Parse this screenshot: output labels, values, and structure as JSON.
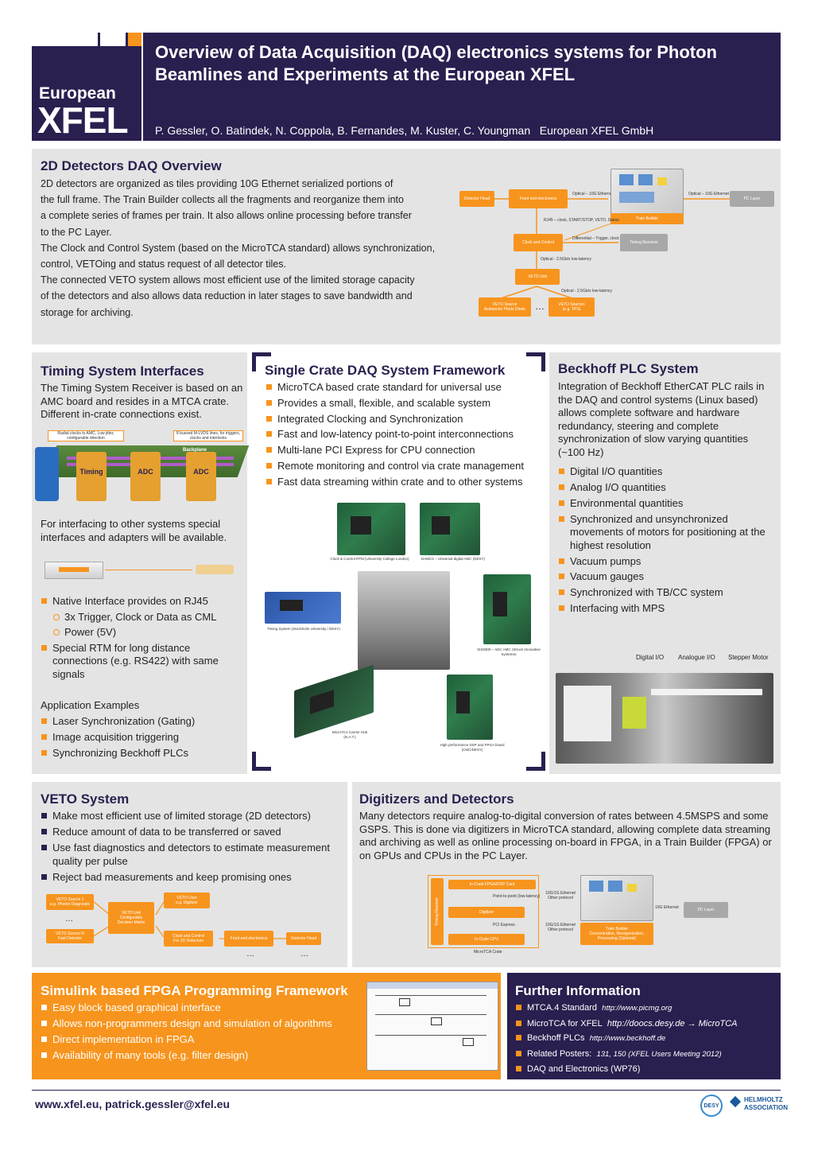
{
  "header": {
    "logo_line1": "European",
    "logo_line2": "XFEL",
    "title": "Overview of Data Acquisition (DAQ) electronics systems for Photon Beamlines and Experiments at the European XFEL",
    "authors": "P. Gessler, O. Batindek, N. Coppola, B. Fernandes, M. Kuster, C. Youngman   European XFEL GmbH"
  },
  "detectors": {
    "title": "2D Detectors DAQ Overview",
    "lines": [
      "2D detectors are organized as tiles providing 10G Ethernet serialized portions of",
      "the full frame. The Train Builder collects all the fragments and reorganize them into",
      "a complete series of frames per train. It also allows online processing before transfer",
      "to the PC Layer.",
      "The Clock and Control System (based on the MicroTCA standard) allows synchronization,",
      "control, VETOing and status request of all detector tiles.",
      "The connected VETO system allows most efficient use of the limited storage capacity",
      "of the detectors and also allows data reduction in later stages to save bandwidth and",
      "storage for archiving."
    ],
    "diagram": {
      "detector_head": "Detector Head",
      "front_end": "Front end electronics",
      "optical_10g": "Optical – 10G Ethernet",
      "optical_10g_b": "Optical – 10G Ethernet",
      "train_builder": "Train Builder",
      "pc_layer": "PC Layer",
      "rj45": "RJ45 – clock, START/STOP, VETO, Status",
      "clock_control": "Clock and Control",
      "differential": "Differential – Trigger, clock",
      "timing_receiver": "Timing Receiver",
      "optical_25": "Optical - 2.5Gb/s low-latency",
      "veto_unit": "VETO Unit",
      "optical_25_b": "Optical - 2.5Gb/s low-latency",
      "veto_source_1": "VETO Source",
      "veto_source_1b": "Avalanche Photo Diode",
      "ellipsis": "…",
      "veto_source_2": "VETO Sources",
      "veto_source_2b": "(e.g. TPS)"
    }
  },
  "timing": {
    "title": "Timing System Interfaces",
    "intro": "The Timing System Receiver is based on an AMC board and resides in a MTCA crate. Different in-crate connections exist.",
    "radial_label": "Radial clocks to AMC, Low jitter, configurable direction",
    "bussed_label": "8 bussed M-LVDS lines, for triggers, clocks and interlocks",
    "backplane": "Backplane",
    "board1": "Timing",
    "board2": "ADC",
    "board3": "ADC",
    "para2": "For interfacing to other systems special interfaces and adapters will be available.",
    "bullets": [
      {
        "text": "Native Interface provides on RJ45",
        "sub": false
      },
      {
        "text": "3x Trigger, Clock or Data as CML",
        "sub": true
      },
      {
        "text": "Power (5V)",
        "sub": true
      },
      {
        "text": "Special RTM for long distance connections (e.g. RS422) with same signals",
        "sub": false
      }
    ],
    "app_title": "Application Examples",
    "apps": [
      "Laser Synchronization (Gating)",
      "Image acquisition triggering",
      "Synchronizing Beckhoff  PLCs"
    ]
  },
  "crate": {
    "title": "Single Crate DAQ System Framework",
    "bullets": [
      "MicroTCA based crate standard for universal use",
      "Provides a small, flexible, and scalable system",
      "Integrated Clocking and Synchronization",
      "Fast and low-latency point-to-point interconnections",
      "Multi-lane PCI Express for CPU connection",
      "Remote monitoring and control via crate management",
      "Fast data streaming within crate and to other systems"
    ],
    "captions": {
      "c1": "Clock & Control RTM (University College London)",
      "c2": "DAMC2 – Universal digital AMC (DESY)",
      "c3": "Timing System (Stockholm University / DESY)",
      "c4": "SIS8300 – ADC AMC (Struck Innovative Systeme)",
      "c5": "MicroTCA Carrier Hub (N.A.T.)",
      "c6": "High performance DSP and FPGA board (CMC/DESY)"
    }
  },
  "beckhoff": {
    "title": "Beckhoff PLC System",
    "intro": "Integration of Beckhoff EtherCAT PLC rails in the DAQ and control systems (Linux based) allows complete software and hardware redundancy, steering and complete synchronization of slow varying quantities (~100 Hz)",
    "bullets": [
      "Digital I/O quantities",
      "Analog I/O quantities",
      "Environmental quantities",
      "Synchronized and unsynchronized movements of motors for positioning at the highest resolution",
      "Vacuum pumps",
      "Vacuum gauges",
      "Synchronized with TB/CC system",
      "Interfacing with MPS"
    ],
    "label_digital": "Digital I/O",
    "label_analogue": "Analogue I/O",
    "label_stepper": "Stepper Motor"
  },
  "veto": {
    "title": "VETO System",
    "bullets": [
      "Make most efficient use of limited storage (2D detectors)",
      "Reduce amount of data to be transferred or saved",
      "Use fast diagnostics and detectors to estimate measurement quality per pulse",
      "Reject bad measurements and keep promising ones"
    ],
    "diagram": {
      "src1a": "VETO Source 1",
      "src1b": "e.g. Photon Diagnostic",
      "dots1": "…",
      "srcNa": "VETO Source N",
      "srcNb": "Fast Detector",
      "unita": "VETO Unit",
      "unitb": "Configurable",
      "unitc": "Decision Matrix",
      "usera": "VETO User",
      "userb": "e.g. Digitizer",
      "cca": "Clock and Control",
      "ccb": "For 2D Detectors",
      "fee": "Front end electronics",
      "head": "Detector Head",
      "dots2": "…",
      "dots3": "…"
    }
  },
  "digitizers": {
    "title": "Digitizers and Detectors",
    "intro": "Many detectors require analog-to-digital conversion of rates between 4.5MSPS and some GSPS. This is done via digitizers in MicroTCA standard, allowing complete data streaming and archiving as well as online processing on-board in FPGA, in a Train Builder (FPGA) or on GPUs and CPUs in the PC Layer.",
    "diagram": {
      "timing_receiver": "Timing Receiver",
      "fpga": "In-Crate FPGA/DSP Card",
      "p2p": "Point-to-point (low-latency)",
      "digitizer": "Digitizer",
      "pcie": "PCI Express",
      "cpu": "In-Crate CPU",
      "mtca": "MicroTCA Crate",
      "eth1": "10G/1G Ethernet Other protocol",
      "eth2": "10G/1G Ethernet Other protocol",
      "eth10": "10G Ethernet",
      "tb": "Train Builder",
      "tb_sub": "Concentration, Reorganization, Processing (Optional)",
      "pc": "PC Layer"
    }
  },
  "simulink": {
    "title": "Simulink based FPGA Programming Framework",
    "bullets": [
      "Easy block based graphical interface",
      "Allows non-programmers design and simulation of algorithms",
      "Direct implementation in FPGA",
      "Availability of many tools (e.g. filter design)"
    ]
  },
  "further": {
    "title": "Further Information",
    "items": [
      {
        "label": "MTCA.4 Standard",
        "link": "http://www.picmg.org"
      },
      {
        "label": "MicroTCA for XFEL",
        "link": "http://doocs.desy.de → MicroTCA"
      },
      {
        "label": "Beckhoff PLCs",
        "link": "http://www.beckhoff.de"
      },
      {
        "label": "Related Posters:",
        "link": "131, 150 (XFEL Users Meeting 2012)"
      },
      {
        "label": "DAQ and Electronics (WP76)",
        "link": "https://www.xfel.eu/project/organization/work_packages/wp_76/"
      }
    ]
  },
  "footer": {
    "contact": "www.xfel.eu, patrick.gessler@xfel.eu",
    "desy": "DESY",
    "helmholtz1": "HELMHOLTZ",
    "helmholtz2": "ASSOCIATION"
  },
  "colors": {
    "navy": "#2a1f4f",
    "orange": "#f7941d",
    "panel": "#e4e4e4"
  }
}
